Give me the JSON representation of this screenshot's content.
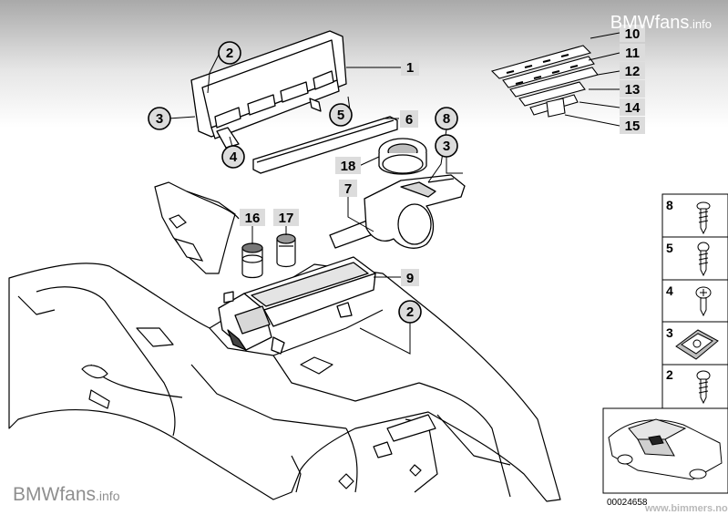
{
  "watermark": {
    "top_main": "BMWfans",
    "top_suffix": ".info",
    "bottom_main": "BMWfans",
    "bottom_suffix": ".info",
    "corner": "www.bimmers.no"
  },
  "diagram_code": "00024658",
  "callouts": {
    "c1": "1",
    "c2a": "2",
    "c2b": "2",
    "c3a": "3",
    "c3b": "3",
    "c4": "4",
    "c5": "5",
    "c6": "6",
    "c7": "7",
    "c8": "8",
    "c9": "9",
    "c10": "10",
    "c11": "11",
    "c12": "12",
    "c13": "13",
    "c14": "14",
    "c15": "15",
    "c16": "16",
    "c17": "17",
    "c18": "18"
  },
  "legend": {
    "l8": "8",
    "l5": "5",
    "l4": "4",
    "l3": "3",
    "l2": "2"
  }
}
